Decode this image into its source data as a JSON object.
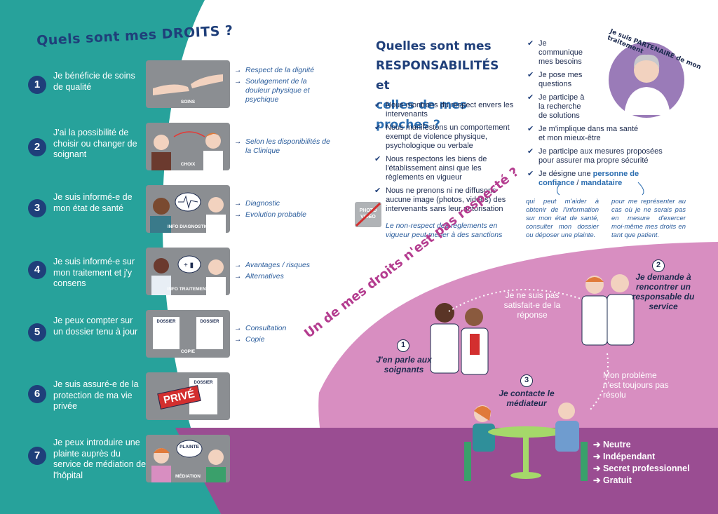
{
  "left": {
    "title": "Quels sont mes DROITS ?",
    "rights": [
      {
        "num": "1",
        "text": "Je bénéficie de soins de qualité",
        "card": "SOINS",
        "bullets": [
          "Respect de la dignité",
          "Soulagement de la douleur physique et psychique"
        ]
      },
      {
        "num": "2",
        "text": "J'ai la possibilité de choisir ou changer de soignant",
        "card": "CHOIX",
        "bullets": [
          "Selon les disponibilités de la Clinique"
        ]
      },
      {
        "num": "3",
        "text": "Je suis informé-e de mon état de santé",
        "card": "INFO DIAGNOSTIC",
        "bullets": [
          "Diagnostic",
          "Evolution probable"
        ]
      },
      {
        "num": "4",
        "text": "Je suis informé-e sur mon traitement et j'y consens",
        "card": "INFO TRAITEMENT",
        "bullets": [
          "Avantages / risques",
          "Alternatives"
        ]
      },
      {
        "num": "5",
        "text": "Je peux compter sur un dossier tenu à jour",
        "card": "COPIE",
        "card_doc1": "DOSSIER",
        "card_doc2": "DOSSIER",
        "bullets": [
          "Consultation",
          "Copie"
        ]
      },
      {
        "num": "6",
        "text": "Je suis assuré-e de la protection de ma vie privée",
        "card": "PRIVÉ",
        "card_doc": "DOSSIER",
        "bullets": []
      },
      {
        "num": "7",
        "text": "Je peux introduire une plainte auprès du service de médiation de l'hôpital",
        "card": "MÉDIATION",
        "card_bubble": "PLAINTE",
        "bullets": []
      }
    ]
  },
  "middle": {
    "title_l1": "Quelles sont mes",
    "title_l2": "RESPONSABILITÉS et",
    "title_l3": "celles de mes proches ?",
    "checks": [
      "Nous montrons du respect envers les intervenants",
      "Nous manifestons un comportement exempt de violence physique, psychologique ou verbale",
      "Nous respectons les biens de l'établissement ainsi que les règlements en vigueur",
      "Nous ne prenons ni ne diffusons aucune image (photos, vidéos) des intervenants sans leur autorisation"
    ],
    "photo_label": "PHOTO VIDÉO",
    "warning": "Le non-respect des règlements en vigueur peut mener à des sanctions"
  },
  "right": {
    "partner_label": "Je suis PARTENAIRE de mon traitement",
    "checks": [
      "Je communique mes besoins",
      "Je pose mes questions",
      "Je participe à la recherche de solutions",
      "Je m'implique dans ma santé et mon mieux-être",
      "Je participe aux mesures proposées pour assurer ma propre sécurité"
    ],
    "designate_prefix": "Je désigne une ",
    "designate_hl1": "personne de confiance",
    "designate_sep": " / ",
    "designate_hl2": "mandataire",
    "note_left": "qui peut m'aider à obtenir de l'information sur mon état de santé, consulter mon dossier ou déposer une plainte.",
    "note_right": "pour me représenter au cas où je ne serais pas en mesure d'exercer moi-même mes droits en tant que patient."
  },
  "bottom": {
    "arc_title": "Un de mes droits n'est pas respecté ?",
    "step1_num": "1",
    "step1": "J'en parle aux soignants",
    "not_satisfied": "Je ne suis pas satisfait-e de la réponse",
    "step2_num": "2",
    "step2": "Je demande à rencontrer un responsable du service",
    "unresolved": "Mon problème n'est toujours pas résolu",
    "step3_num": "3",
    "step3": "Je contacte le médiateur",
    "mediator_list": [
      "Neutre",
      "Indépendant",
      "Secret professionnel",
      "Gratuit"
    ]
  },
  "colors": {
    "teal": "#27a29b",
    "pink": "#d88ec1",
    "purple": "#9a4d92",
    "navy": "#1f3f7a",
    "gray": "#8b8e92"
  }
}
